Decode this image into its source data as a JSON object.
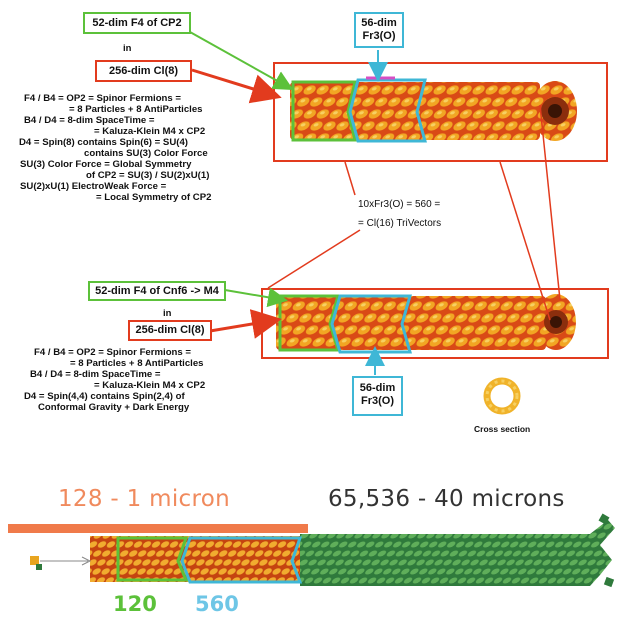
{
  "top": {
    "f4_label": "52-dim F4 of CP2",
    "in_label": "in",
    "cl8_label": "256-dim Cl(8)",
    "fr3_line1": "56-dim",
    "fr3_line2": "Fr3(O)",
    "description": [
      "F4 / B4 = OP2 = Spinor Fermions =",
      "= 8 Particles + 8 AntiParticles",
      "B4 / D4 = 8-dim SpaceTime =",
      "= Kaluza-Klein M4 x CP2",
      "D4 = Spin(8) contains Spin(6) = SU(4)",
      "contains SU(3) Color Force",
      "SU(3) Color Force = Global Symmetry",
      "of CP2 = SU(3) / SU(2)xU(1)",
      "SU(2)xU(1) ElectroWeak Force =",
      "= Local Symmetry of CP2"
    ]
  },
  "middle": {
    "line1": "10xFr3(O) = 560 =",
    "line2": "= Cl(16) TriVectors"
  },
  "bottom": {
    "f4_label": "52-dim F4 of Cnf6 -> M4",
    "in_label": "in",
    "cl8_label": "256-dim Cl(8)",
    "fr3_line1": "56-dim",
    "fr3_line2": "Fr3(O)",
    "description": [
      "F4 / B4 = OP2 = Spinor Fermions =",
      "= 8 Particles + 8 AntiParticles",
      "B4 / D4 = 8-dim SpaceTime =",
      "= Kaluza-Klein M4 x CP2",
      "D4 = Spin(4,4) contains Spin(2,4) of",
      "Conformal Gravity + Dark Energy"
    ],
    "cross_section": "Cross section"
  },
  "scale": {
    "left_label": "128 - 1 micron",
    "right_label": "65,536 - 40 microns",
    "count_green": "120",
    "count_blue": "560"
  },
  "colors": {
    "green": "#5cc13a",
    "red": "#e23b1e",
    "blue": "#3fb7d6",
    "orange_bar": "#f07a4a",
    "orange_text": "#f08a5d"
  }
}
